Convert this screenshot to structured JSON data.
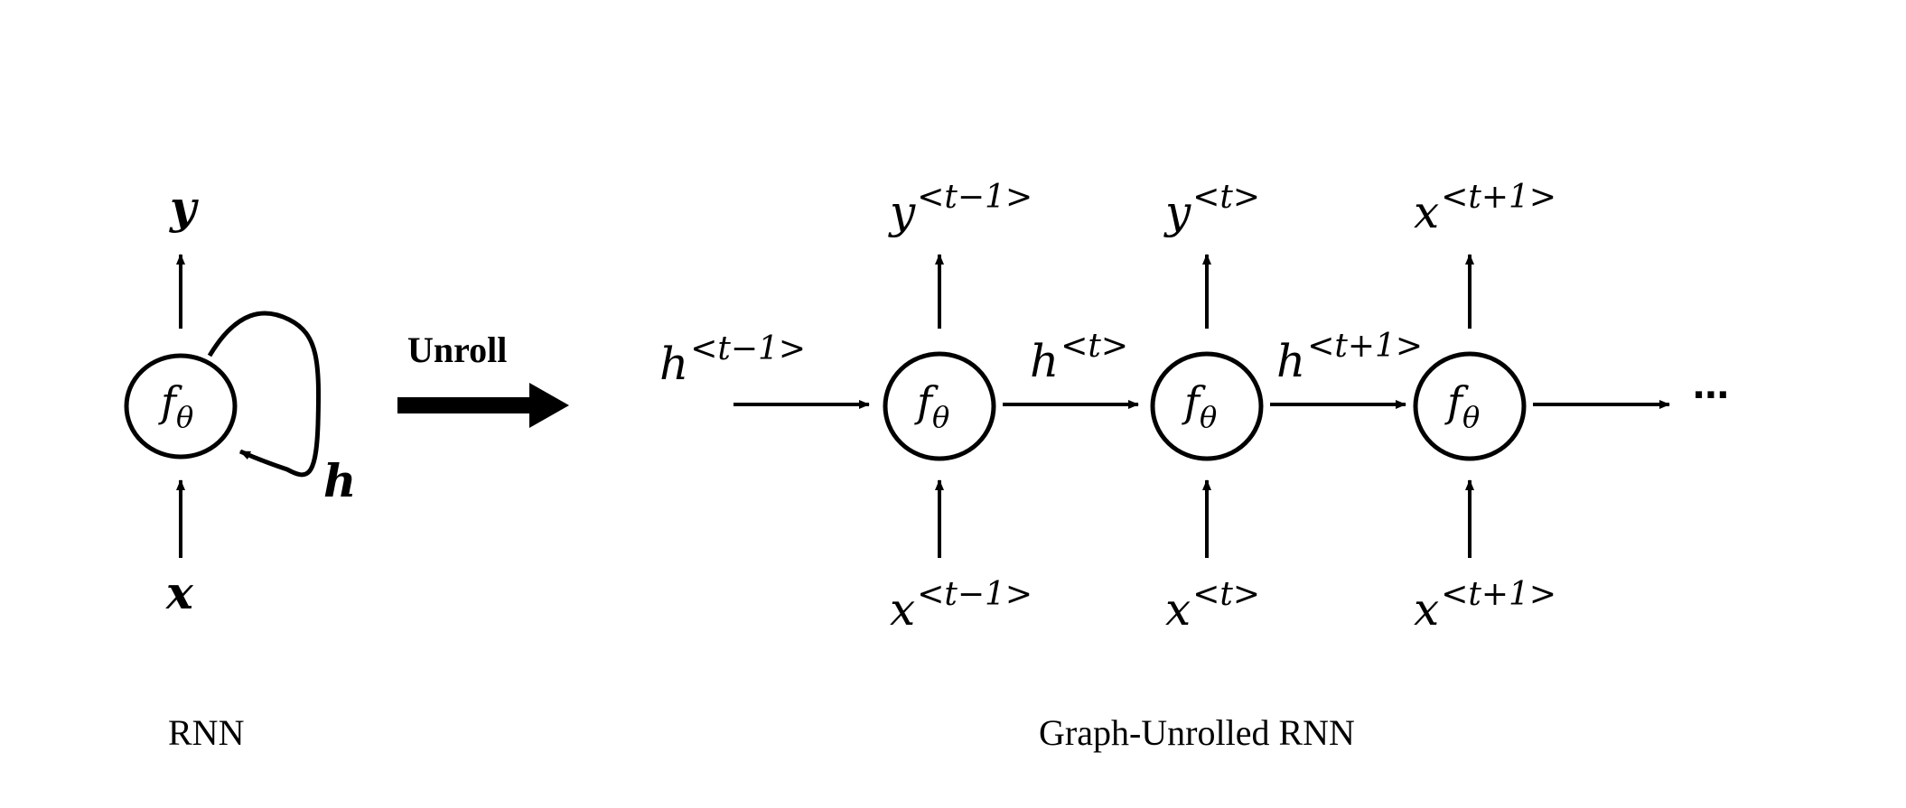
{
  "left": {
    "node_label": "f",
    "node_sub": "θ",
    "output": "y",
    "input": "x",
    "loop": "h",
    "caption": "RNN"
  },
  "arrow_label": "Unroll",
  "right": {
    "initial_hidden": {
      "base": "h",
      "sup": "<t−1>"
    },
    "cells": [
      {
        "node_label": "f",
        "node_sub": "θ",
        "top": {
          "base": "y",
          "sup": "<t−1>"
        },
        "bottom": {
          "base": "x",
          "sup": "<t−1>"
        }
      },
      {
        "node_label": "f",
        "node_sub": "θ",
        "top": {
          "base": "y",
          "sup": "<t>"
        },
        "bottom": {
          "base": "x",
          "sup": "<t>"
        }
      },
      {
        "node_label": "f",
        "node_sub": "θ",
        "top": {
          "base": "x",
          "sup": "<t+1>"
        },
        "bottom": {
          "base": "x",
          "sup": "<t+1>"
        }
      }
    ],
    "hidden_labels": [
      {
        "base": "h",
        "sup": "<t>"
      },
      {
        "base": "h",
        "sup": "<t+1>"
      }
    ],
    "ellipsis": "⋯",
    "caption": "Graph-Unrolled RNN"
  }
}
